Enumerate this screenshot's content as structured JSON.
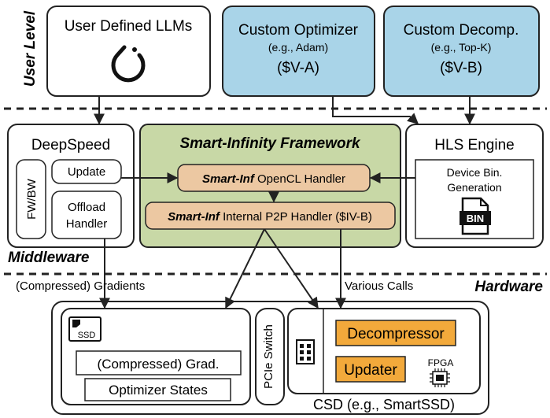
{
  "levels": {
    "user": "User Level",
    "middleware": "Middleware",
    "hardware": "Hardware"
  },
  "user_level": {
    "llm_box": {
      "title": "User Defined LLMs",
      "icon": "pytorch-logo-icon"
    },
    "optimizer_box": {
      "title": "Custom Optimizer",
      "example": "(e.g., Adam)",
      "ref": "($V-A)"
    },
    "decomp_box": {
      "title": "Custom Decomp.",
      "example": "(e.g., Top-K)",
      "ref": "($V-B)"
    }
  },
  "middleware": {
    "deepspeed": {
      "title": "DeepSpeed",
      "fwbw": "FW/BW",
      "update": "Update",
      "offload_1": "Offload",
      "offload_2": "Handler"
    },
    "framework": {
      "title": "Smart-Infinity Framework",
      "opencl_prefix": "Smart-Inf",
      "opencl_suffix": " OpenCL Handler",
      "p2p_prefix": "Smart-Inf",
      "p2p_suffix": " Internal P2P Handler ($IV-B)"
    },
    "hls": {
      "title": "HLS Engine",
      "device_1": "Device Bin.",
      "device_2": "Generation",
      "bin_label": "BIN"
    }
  },
  "labels": {
    "gradients": "(Compressed) Gradients",
    "calls": "Various Calls"
  },
  "hardware": {
    "ssd_label": "SSD",
    "grad": "(Compressed) Grad.",
    "opt_states": "Optimizer States",
    "pcie": "PCIe Switch",
    "decompressor": "Decompressor",
    "updater": "Updater",
    "fpga": "FPGA",
    "csd": "CSD (e.g., SmartSSD)"
  },
  "colors": {
    "blue_box": "#a9d4e8",
    "green_box": "#c8d8a6",
    "tan_box": "#ecc8a2",
    "orange_box": "#f2a93b"
  }
}
